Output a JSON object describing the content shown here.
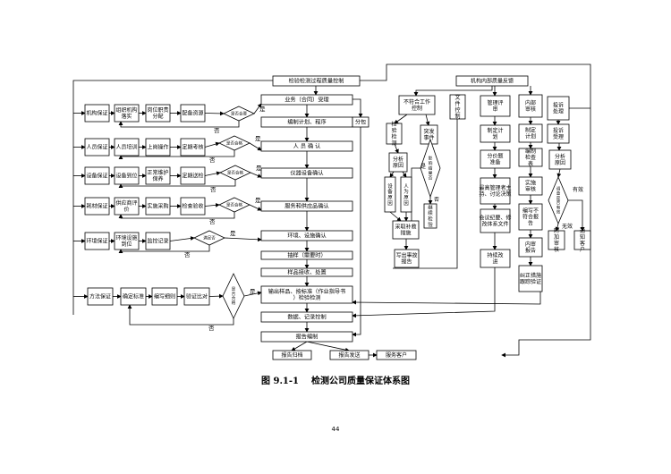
{
  "diagram": {
    "top_title": "检验检测过程质量控制",
    "left_flows": [
      {
        "steps": [
          "机构保证",
          "组织机构落实",
          "岗位职责分配",
          "配备资源"
        ],
        "decision": "是否合要",
        "target": "业务（合同）受理"
      },
      {
        "steps": [
          "人员保证",
          "人员培训",
          "上岗操作",
          "定期考核"
        ],
        "decision": "是否合格",
        "target": "人 员 确 认"
      },
      {
        "steps": [
          "设备保证",
          "设备到位",
          "正常维护保养",
          "定期送检"
        ],
        "decision": "是否合格",
        "target": "仪器设备确认"
      },
      {
        "steps": [
          "耗材保证",
          "供应商评价",
          "实施采购",
          "检查验收"
        ],
        "decision": "是否合格",
        "target": "服务和供应品确认"
      },
      {
        "steps": [
          "环境保证",
          "环境设施到位",
          "监控记录"
        ],
        "decision": "满足否",
        "target": "环境、设施确认"
      },
      {
        "steps": [
          "方法保证",
          "确定标准",
          "编写细则",
          "验证比对"
        ],
        "decision": "是否合格",
        "target": "输出样品、按标准（作业指导书）检验检测"
      }
    ],
    "center_chain": [
      "业务（合同）受理",
      "编制计划、程序",
      "人 员 确 认",
      "仪器设备确认",
      "服务和供应品确认",
      "环境、设施确认",
      "抽样（需要时）",
      "样品接收、处置",
      "输出样品、按标准（作业指导书）检验检测",
      "数据、记录控制",
      "报告编制"
    ],
    "bottom_boxes": [
      "报告归档",
      "报告发送",
      "服务客户"
    ],
    "subcontract": "分包",
    "yes_label": "是",
    "no_label": "否",
    "internal_title": "机构内部质量反馈",
    "nonconform": {
      "title": "不符合工作控制",
      "branch_left": [
        "检验检测",
        "分析原因"
      ],
      "branch_right": "突发事件",
      "reasons": [
        "设备原因",
        "人为原因"
      ],
      "decision": "影响结果否",
      "continue": "继续检验",
      "remedy": "采取补救措施",
      "report": "写出事故报告"
    },
    "doc_control": "文件控制",
    "mgmt_review": {
      "steps": [
        "管理评审",
        "制定计划",
        "分价题准备",
        "最高管理者主持、讨论决策",
        "会议纪要、修改体系文件",
        "持续改进"
      ]
    },
    "internal_audit": {
      "steps": [
        "内部审核",
        "制定计划",
        "编制检查表",
        "实施审核",
        "编写不符合报告",
        "内审报告",
        "纠正措施跟踪验证"
      ]
    },
    "complaint": {
      "steps": [
        "投诉处理",
        "投诉受理",
        "分析原因"
      ],
      "decision": "调查是否有效",
      "valid": "有效",
      "invalid": "无效",
      "left_box": "附加审核",
      "right_box": "通知客户"
    }
  },
  "caption_number": "图 9.1-1",
  "caption_text": "检测公司质量保证体系图",
  "page_number": "44"
}
